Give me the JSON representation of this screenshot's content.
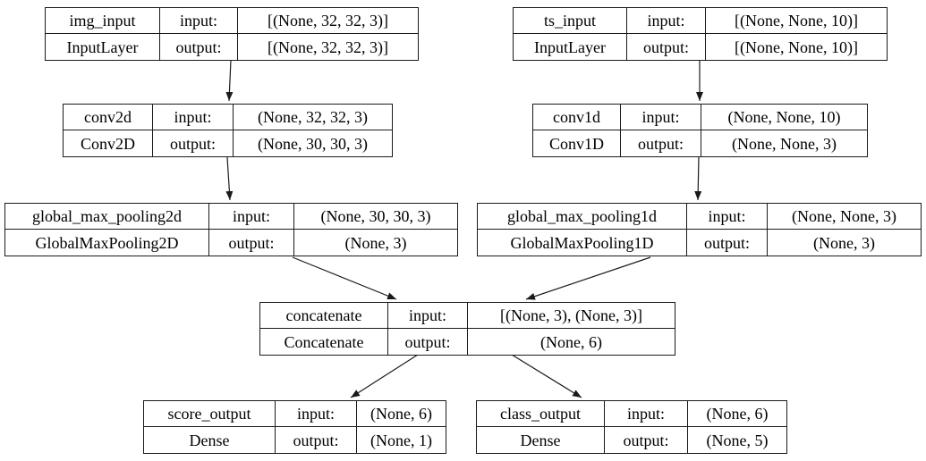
{
  "diagram": {
    "background_color": "#ffffff",
    "line_color": "#000000",
    "nodes": [
      {
        "name": "img_input",
        "type": "InputLayer",
        "input_label": "input:",
        "output_label": "output:",
        "input_shape": "[(None, 32, 32, 3)]",
        "output_shape": "[(None, 32, 32, 3)]"
      },
      {
        "name": "ts_input",
        "type": "InputLayer",
        "input_label": "input:",
        "output_label": "output:",
        "input_shape": "[(None, None, 10)]",
        "output_shape": "[(None, None, 10)]"
      },
      {
        "name": "conv2d",
        "type": "Conv2D",
        "input_label": "input:",
        "output_label": "output:",
        "input_shape": "(None, 32, 32, 3)",
        "output_shape": "(None, 30, 30, 3)"
      },
      {
        "name": "conv1d",
        "type": "Conv1D",
        "input_label": "input:",
        "output_label": "output:",
        "input_shape": "(None, None, 10)",
        "output_shape": "(None, None, 3)"
      },
      {
        "name": "global_max_pooling2d",
        "type": "GlobalMaxPooling2D",
        "input_label": "input:",
        "output_label": "output:",
        "input_shape": "(None, 30, 30, 3)",
        "output_shape": "(None, 3)"
      },
      {
        "name": "global_max_pooling1d",
        "type": "GlobalMaxPooling1D",
        "input_label": "input:",
        "output_label": "output:",
        "input_shape": "(None, None, 3)",
        "output_shape": "(None, 3)"
      },
      {
        "name": "concatenate",
        "type": "Concatenate",
        "input_label": "input:",
        "output_label": "output:",
        "input_shape": "[(None, 3), (None, 3)]",
        "output_shape": "(None, 6)"
      },
      {
        "name": "score_output",
        "type": "Dense",
        "input_label": "input:",
        "output_label": "output:",
        "input_shape": "(None, 6)",
        "output_shape": "(None, 1)"
      },
      {
        "name": "class_output",
        "type": "Dense",
        "input_label": "input:",
        "output_label": "output:",
        "input_shape": "(None, 6)",
        "output_shape": "(None, 5)"
      }
    ],
    "edges": [
      {
        "from": "img_input",
        "to": "conv2d"
      },
      {
        "from": "ts_input",
        "to": "conv1d"
      },
      {
        "from": "conv2d",
        "to": "global_max_pooling2d"
      },
      {
        "from": "conv1d",
        "to": "global_max_pooling1d"
      },
      {
        "from": "global_max_pooling2d",
        "to": "concatenate"
      },
      {
        "from": "global_max_pooling1d",
        "to": "concatenate"
      },
      {
        "from": "concatenate",
        "to": "score_output"
      },
      {
        "from": "concatenate",
        "to": "class_output"
      }
    ]
  }
}
